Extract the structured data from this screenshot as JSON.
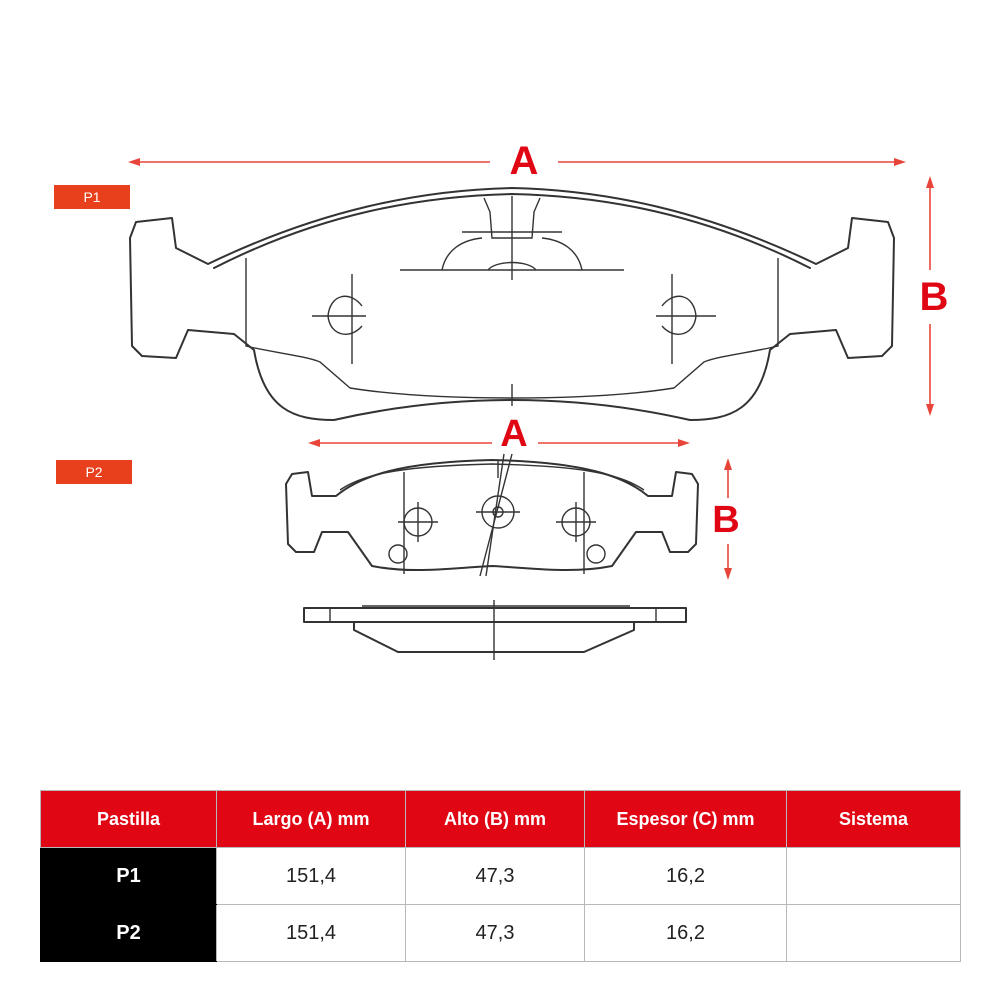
{
  "diagram": {
    "labels": {
      "p1_tag": "P1",
      "p2_tag": "P2",
      "p1_length_dim": "A",
      "p1_height_dim": "B",
      "p2_length_dim": "A",
      "p2_height_dim": "B"
    },
    "colors": {
      "accent": "#e00614",
      "tag_fill": "#e8401c",
      "dimension_line": "#e8453a",
      "outline": "#333333"
    }
  },
  "table": {
    "headers": [
      "Pastilla",
      "Largo (A) mm",
      "Alto (B) mm",
      "Espesor (C) mm",
      "Sistema"
    ],
    "rows": [
      {
        "pastilla": "P1",
        "largo": "151,4",
        "alto": "47,3",
        "espesor": "16,2",
        "sistema": ""
      },
      {
        "pastilla": "P2",
        "largo": "151,4",
        "alto": "47,3",
        "espesor": "16,2",
        "sistema": ""
      }
    ],
    "colors": {
      "header_bg": "#e00614",
      "label_bg": "#000000"
    }
  }
}
